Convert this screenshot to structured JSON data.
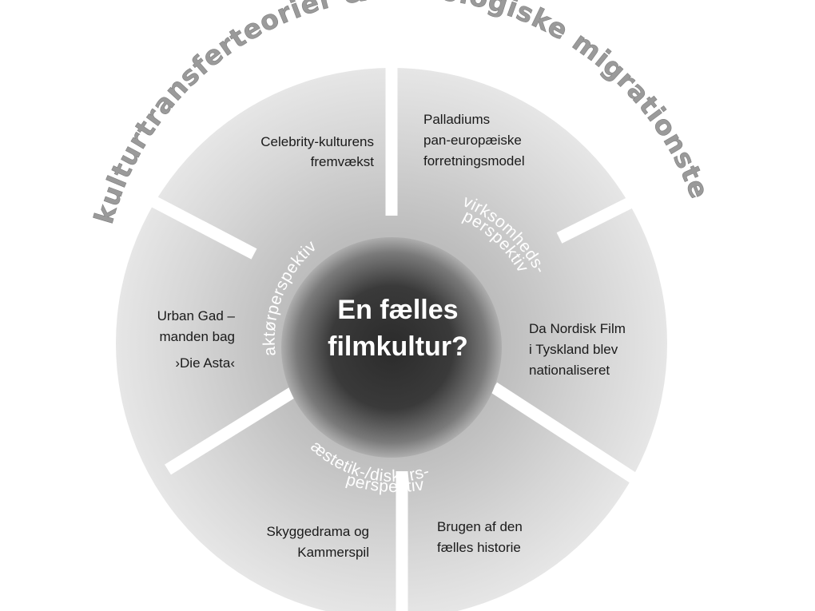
{
  "outer_title": "kulturtransferteorier & sociologiske migrationsteorier",
  "center": {
    "line1": "En fælles",
    "line2": "filmkultur?"
  },
  "perspectives": {
    "actor": "aktørperspektiv",
    "business_line1": "virksomheds-",
    "business_line2": "perspektiv",
    "aesthetic_line1": "æstetik-/diskurs-",
    "aesthetic_line2": "perspektiv"
  },
  "segments": {
    "celebrity": [
      "Celebrity-kulturens",
      "fremvækst"
    ],
    "palladium": [
      "Palladiums",
      "pan-europæiske",
      "forretningsmodel"
    ],
    "nordisk": [
      "Da Nordisk Film",
      "i Tyskland blev",
      "nationaliseret"
    ],
    "brugen": [
      "Brugen af den",
      "fælles historie"
    ],
    "skygge": [
      "Skyggedrama og",
      "Kammerspil"
    ],
    "urban": [
      "Urban Gad –",
      "manden bag",
      "›Die Asta‹"
    ]
  },
  "colors": {
    "ring_light": "#e6e6e6",
    "ring_dark": "#bdbdbd",
    "center_light": "#b3b3b3",
    "center_dark": "#2b2b2b",
    "outer_title": "#9a9a9a",
    "separator": "#ffffff"
  }
}
